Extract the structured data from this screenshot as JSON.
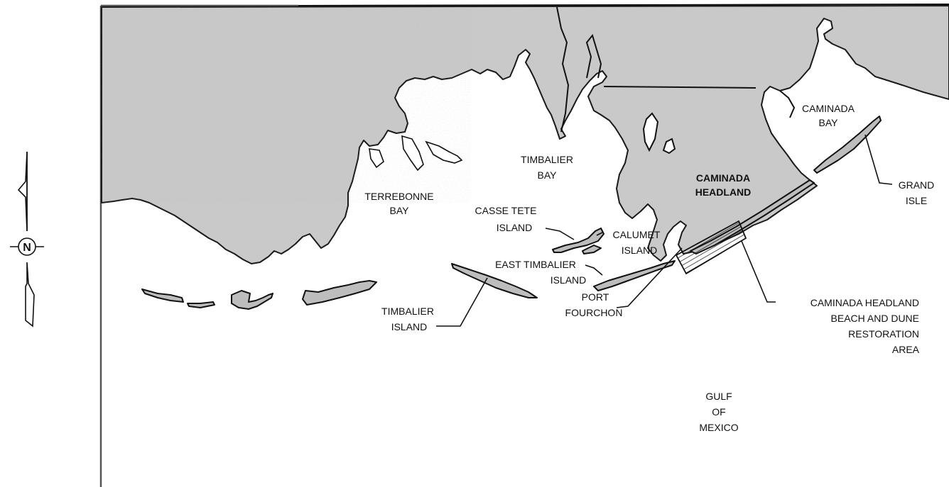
{
  "map": {
    "labels": {
      "terrebonne_bay": [
        "TERREBONNE",
        "BAY"
      ],
      "timbalier_bay": [
        "TIMBALIER",
        "BAY"
      ],
      "caminada_bay": [
        "CAMINADA",
        "BAY"
      ],
      "caminada_headland": [
        "CAMINADA",
        "HEADLAND"
      ],
      "grand_isle": [
        "GRAND",
        "ISLE"
      ],
      "casse_tete_island": [
        "CASSE TETE",
        "ISLAND"
      ],
      "calumet_island": [
        "CALUMET",
        "ISLAND"
      ],
      "east_timbalier_island": [
        "EAST TIMBALIER",
        "ISLAND"
      ],
      "port_fourchon": [
        "PORT",
        "FOURCHON"
      ],
      "timbalier_island": [
        "TIMBALIER",
        "ISLAND"
      ],
      "restoration_area": [
        "CAMINADA HEADLAND",
        "BEACH AND DUNE",
        "RESTORATION",
        "AREA"
      ],
      "gulf_of_mexico": [
        "GULF",
        "OF",
        "MEXICO"
      ]
    },
    "north_arrow": {
      "letter": "N"
    },
    "colors": {
      "land": "#c9c9c9",
      "water": "#ffffff",
      "outline": "#1a1a1a"
    }
  }
}
